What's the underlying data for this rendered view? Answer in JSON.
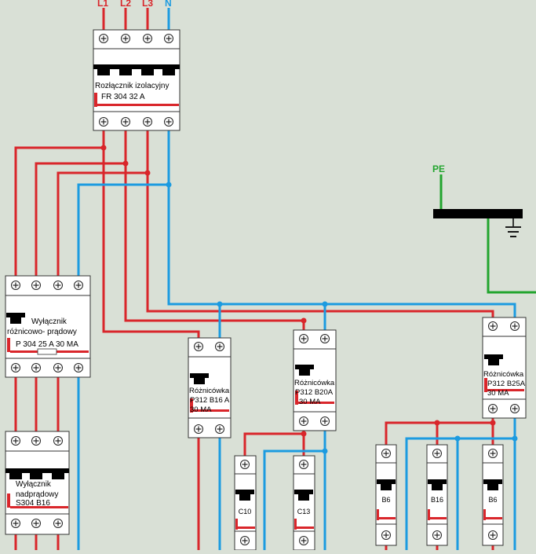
{
  "colors": {
    "background": "#d9e0d6",
    "phase": "#d9262b",
    "neutral": "#1c9be0",
    "earth": "#22a52e",
    "device_fill": "#ffffff",
    "device_stroke": "#333333",
    "black": "#000000"
  },
  "supply": {
    "l1": "L1",
    "l2": "L2",
    "l3": "L3",
    "n": "N",
    "pe": "PE"
  },
  "isolator": {
    "line1": "Rozłącznik izolacyjny",
    "line2": "FR 304 32 A"
  },
  "rcd_main": {
    "line1": "Wyłącznik",
    "line2": "różnicowo- prądowy",
    "line3": "P 304 25 A 30 MA"
  },
  "mcb_main": {
    "line1": "Wyłącznik",
    "line2": "nadprądowy",
    "line3": "S304 B16"
  },
  "rcd1": {
    "line1": "Różnicówka",
    "line2": "P312 B16 A",
    "line3": "30 MA"
  },
  "rcd2": {
    "line1": "Różnicówka",
    "line2": "P312 B20A",
    "line3": "30 MA"
  },
  "rcd3": {
    "line1": "Różnicówka",
    "line2": "P312 B25A",
    "line3": "30 MA"
  },
  "mcbs": {
    "c10": "C10",
    "c13": "C13",
    "b6a": "B6",
    "b16": "B16",
    "b6b": "B6"
  }
}
